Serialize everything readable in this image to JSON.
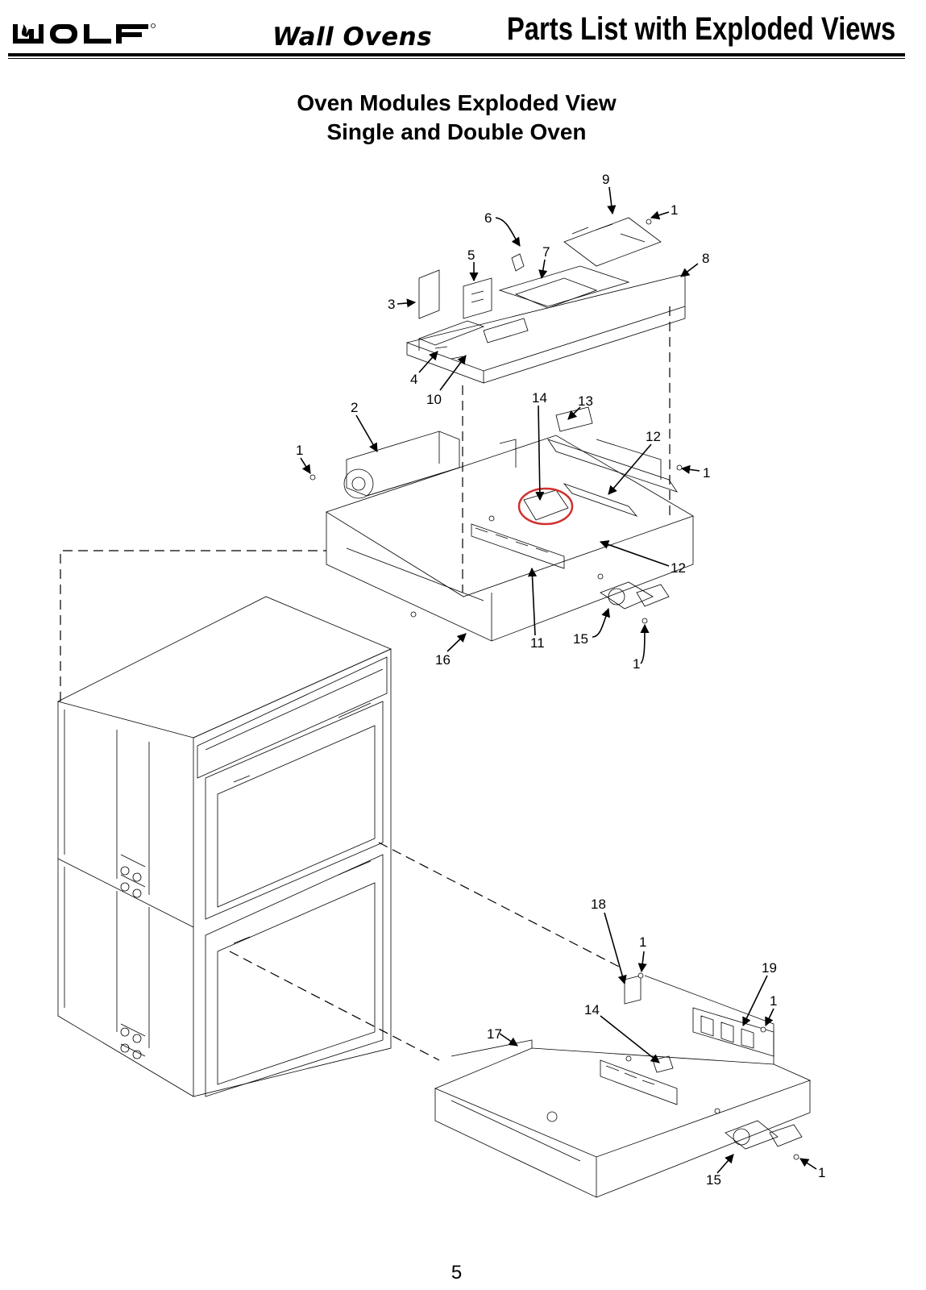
{
  "header": {
    "brand": "WOLF",
    "product": "Wall Ovens",
    "doc_title": "Parts List with Exploded Views"
  },
  "diagram": {
    "title_line1": "Oven Modules Exploded View",
    "title_line2": "Single and Double Oven",
    "callouts": {
      "c9": "9",
      "c1a": "1",
      "c6": "6",
      "c5": "5",
      "c7": "7",
      "c8": "8",
      "c3": "3",
      "c4": "4",
      "c10": "10",
      "c14a": "14",
      "c13": "13",
      "c2": "2",
      "c12a": "12",
      "c1b": "1",
      "c1c": "1",
      "c12b": "12",
      "c11": "11",
      "c15a": "15",
      "c16": "16",
      "c1d": "1",
      "c18": "18",
      "c1e": "1",
      "c19": "19",
      "c14b": "14",
      "c1f": "1",
      "c17": "17",
      "c15b": "15",
      "c1g": "1"
    },
    "highlight_color": "#d03030"
  },
  "footer": {
    "page_number": "5"
  }
}
